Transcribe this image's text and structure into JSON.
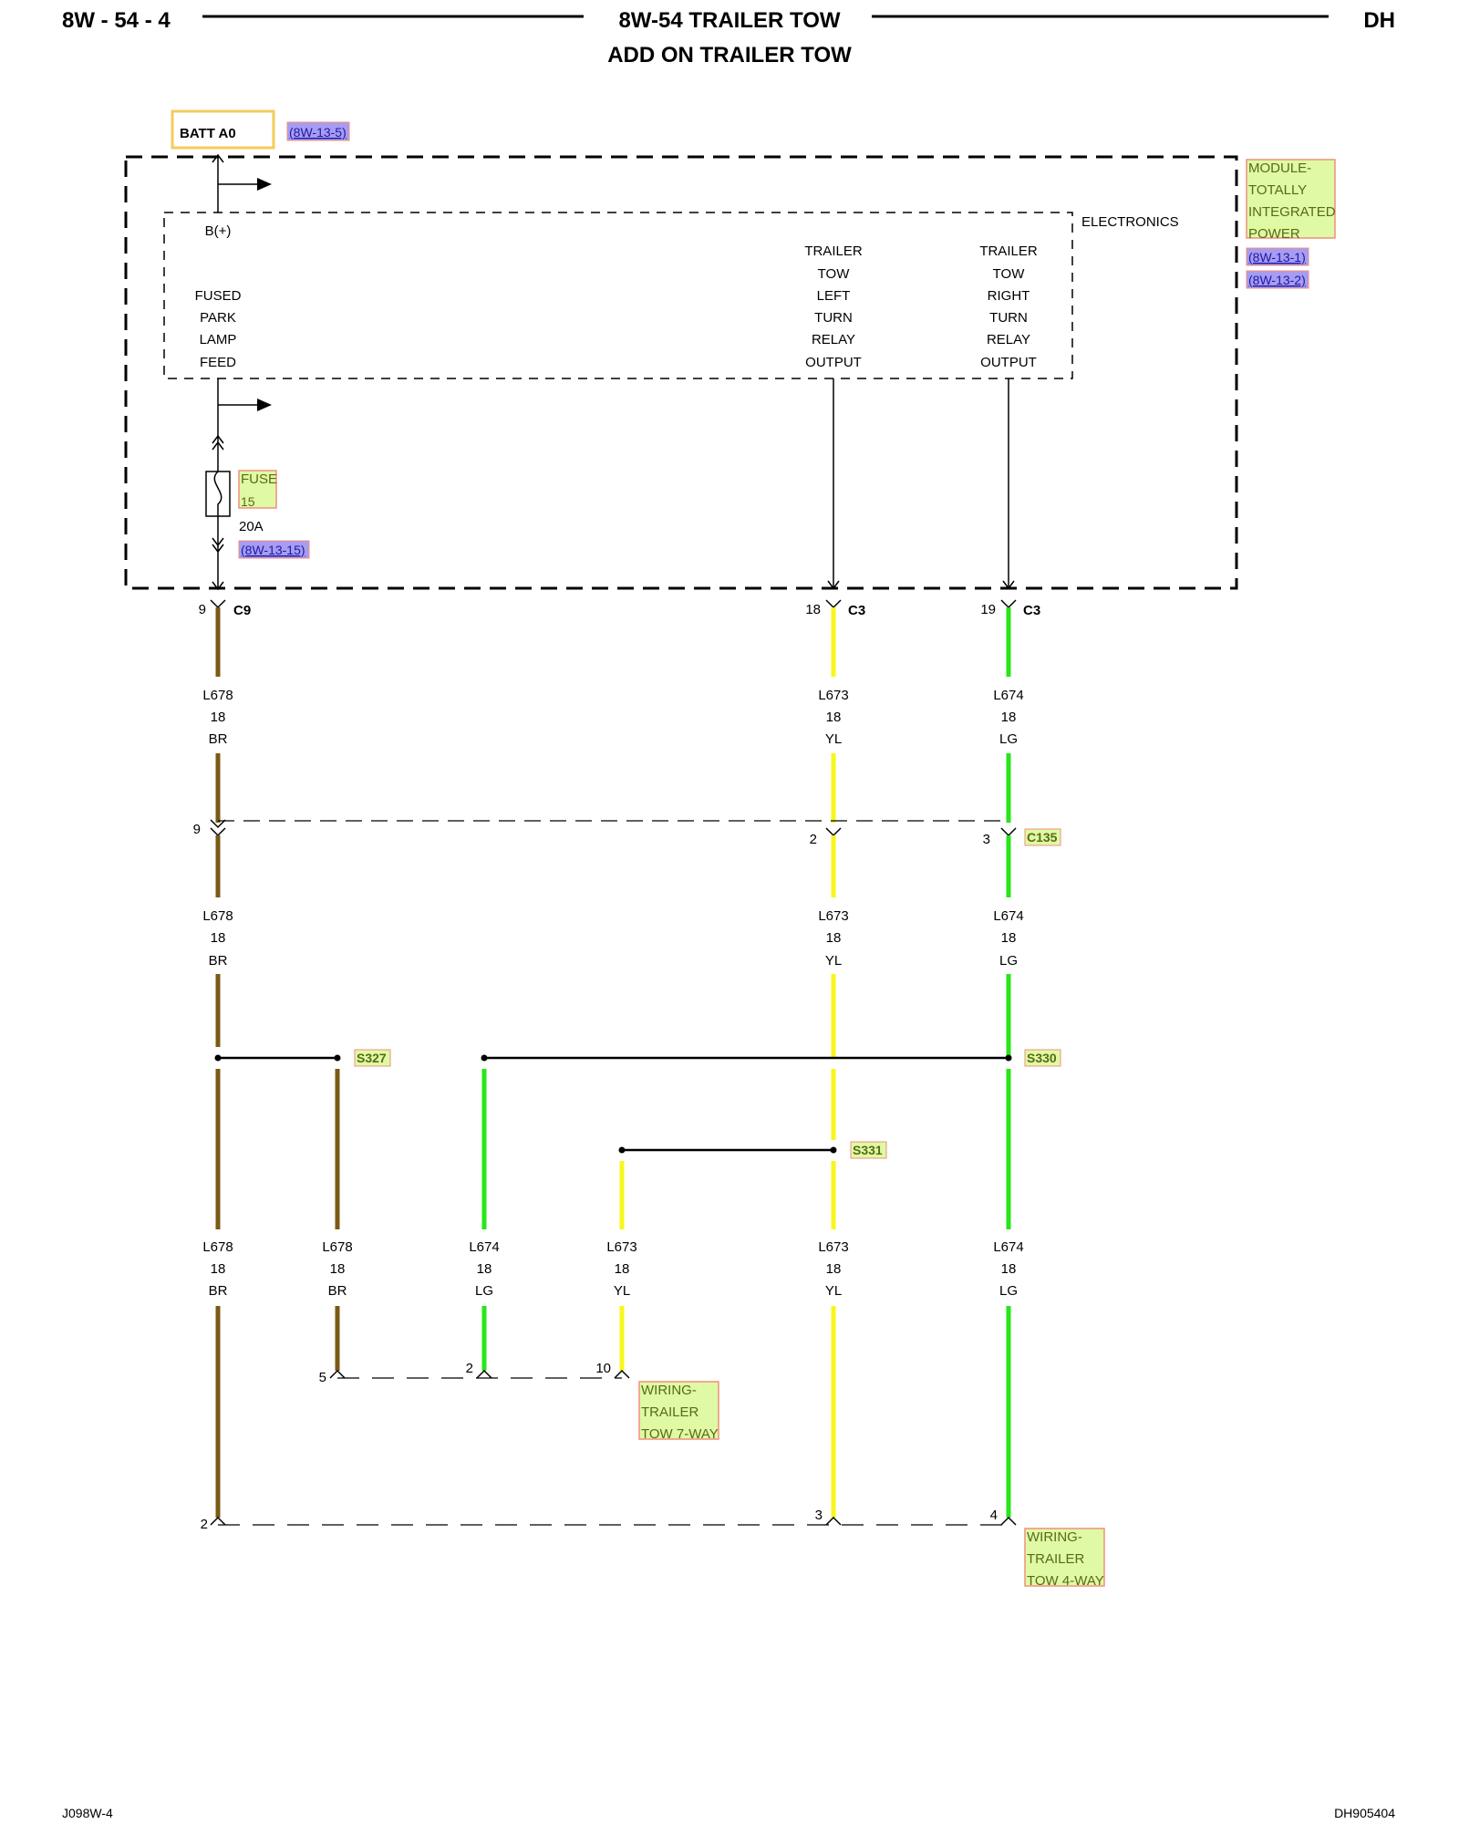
{
  "header": {
    "page_number": "8W - 54 - 4",
    "title": "8W-54 TRAILER TOW",
    "subtitle": "ADD ON TRAILER TOW",
    "model_code": "DH"
  },
  "footer": {
    "left_code": "J098W-4",
    "right_code": "DH905404"
  },
  "colors": {
    "wire_br": "#7a5a14",
    "wire_yl": "#f7f71e",
    "wire_lg": "#27e619",
    "component_fill": "#dff9a5",
    "component_border": "#f0907c",
    "component_text": "#5a6a14",
    "ref_fill": "#a79cf0",
    "ref_text": "#1a1aa8",
    "batt_border": "#f5cb5c"
  },
  "battery": {
    "label": "BATT A0",
    "ref": "(8W-13-5)"
  },
  "module": {
    "name_lines": [
      "MODULE-",
      "TOTALLY",
      "INTEGRATED",
      "POWER"
    ],
    "refs": [
      "(8W-13-1)",
      "(8W-13-2)"
    ],
    "inner_label": "ELECTRONICS",
    "bplus": "B(+)",
    "feed_lines": [
      "FUSED",
      "PARK",
      "LAMP",
      "FEED"
    ],
    "left_output_lines": [
      "TRAILER",
      "TOW",
      "LEFT",
      "TURN",
      "RELAY",
      "OUTPUT"
    ],
    "right_output_lines": [
      "TRAILER",
      "TOW",
      "RIGHT",
      "TURN",
      "RELAY",
      "OUTPUT"
    ],
    "fuse": {
      "name_lines": [
        "FUSE",
        "15"
      ],
      "rating": "20A",
      "ref": "(8W-13-15)"
    }
  },
  "connectors": {
    "c9": {
      "name": "C9",
      "pin": "9"
    },
    "c3_left": {
      "name": "C3",
      "pin": "18"
    },
    "c3_right": {
      "name": "C3",
      "pin": "19"
    },
    "c135": {
      "name": "C135",
      "pins": [
        "9",
        "2",
        "3"
      ]
    }
  },
  "wires": {
    "br_top": {
      "circuit": "L678",
      "gauge": "18",
      "color": "BR"
    },
    "yl_top": {
      "circuit": "L673",
      "gauge": "18",
      "color": "YL"
    },
    "lg_top": {
      "circuit": "L674",
      "gauge": "18",
      "color": "LG"
    },
    "br_mid": {
      "circuit": "L678",
      "gauge": "18",
      "color": "BR"
    },
    "yl_mid": {
      "circuit": "L673",
      "gauge": "18",
      "color": "YL"
    },
    "lg_mid": {
      "circuit": "L674",
      "gauge": "18",
      "color": "LG"
    },
    "br_low1": {
      "circuit": "L678",
      "gauge": "18",
      "color": "BR"
    },
    "br_low2": {
      "circuit": "L678",
      "gauge": "18",
      "color": "BR"
    },
    "lg_low1": {
      "circuit": "L674",
      "gauge": "18",
      "color": "LG"
    },
    "yl_low1": {
      "circuit": "L673",
      "gauge": "18",
      "color": "YL"
    },
    "yl_low2": {
      "circuit": "L673",
      "gauge": "18",
      "color": "YL"
    },
    "lg_low2": {
      "circuit": "L674",
      "gauge": "18",
      "color": "LG"
    }
  },
  "splices": [
    "S327",
    "S330",
    "S331"
  ],
  "trailer_7way": {
    "name_lines": [
      "WIRING-",
      "TRAILER",
      "TOW 7-WAY"
    ],
    "pins": [
      "5",
      "2",
      "10"
    ]
  },
  "trailer_4way": {
    "name_lines": [
      "WIRING-",
      "TRAILER",
      "TOW 4-WAY"
    ],
    "pins": [
      "2",
      "3",
      "4"
    ]
  }
}
